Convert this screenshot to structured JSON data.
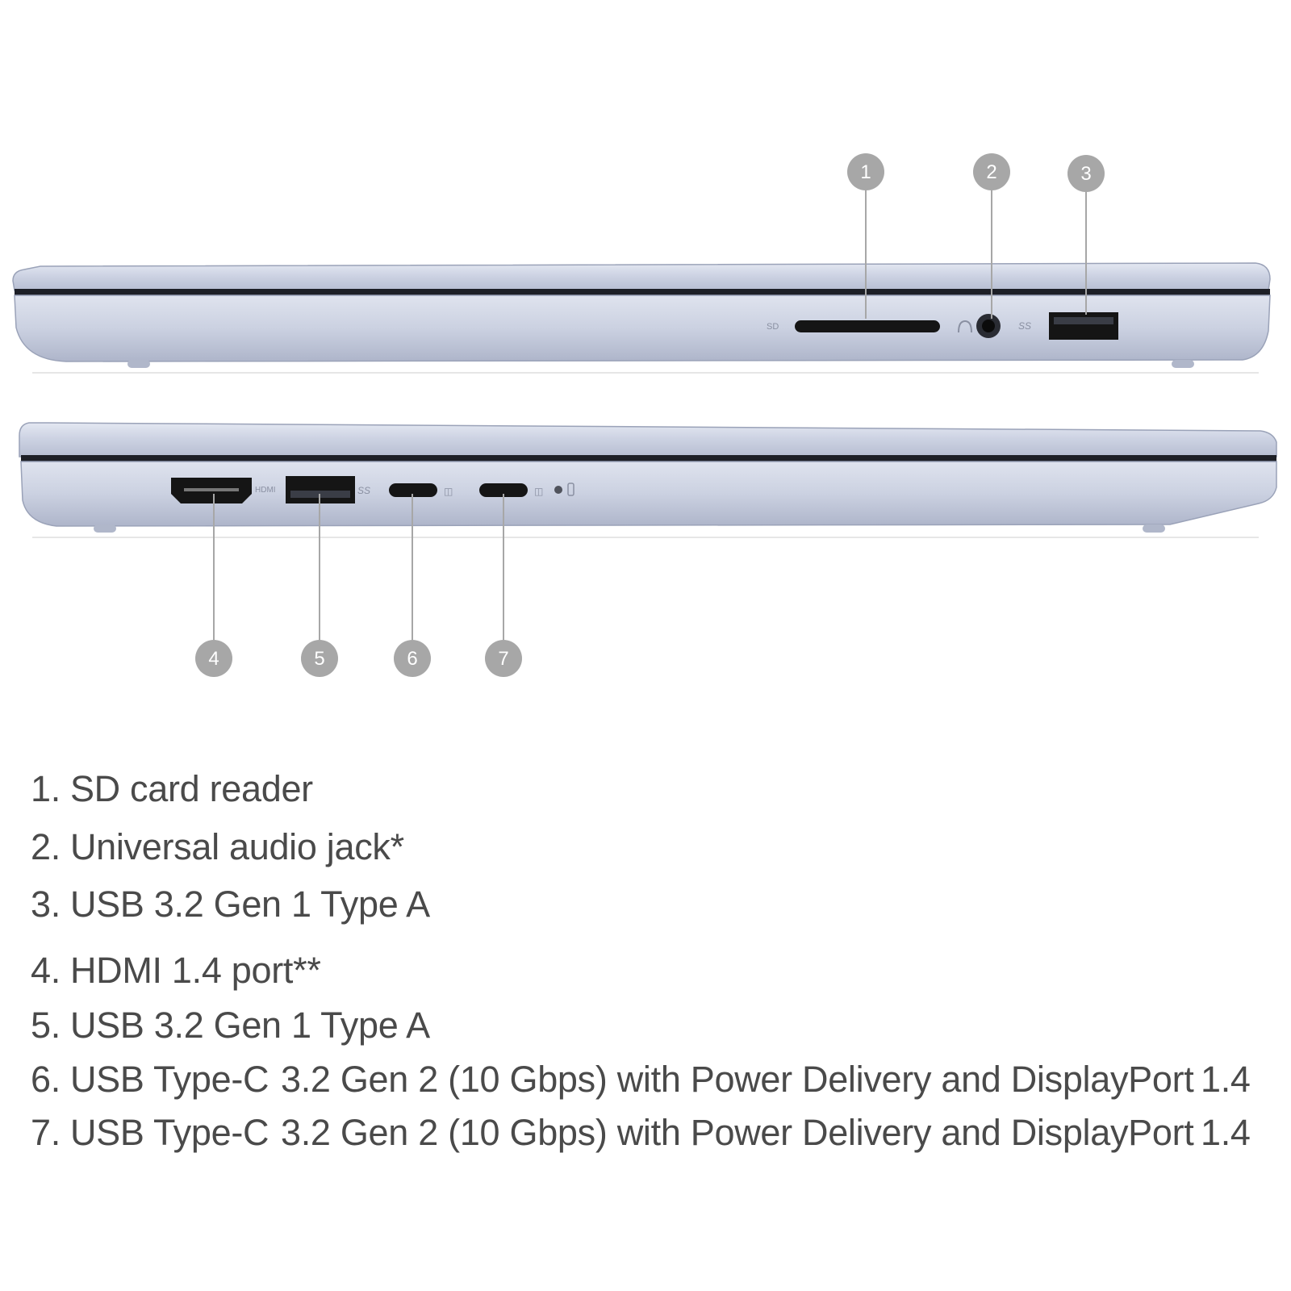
{
  "callouts": {
    "top": [
      "1",
      "2",
      "3"
    ],
    "bottom": [
      "4",
      "5",
      "6",
      "7"
    ]
  },
  "port_markings": {
    "sd": "SD",
    "hdmi": "HDMI",
    "ss": "SS"
  },
  "legend": [
    {
      "num": "1.",
      "text": "SD card reader"
    },
    {
      "num": "2.",
      "text": "Universal audio jack*"
    },
    {
      "num": "3.",
      "text": "USB 3.2 Gen 1 Type A"
    },
    {
      "num": "4.",
      "text": "HDMI 1.4 port**"
    },
    {
      "num": "5.",
      "text": "USB 3.2 Gen 1 Type A"
    },
    {
      "num": "6.",
      "text": "USB Type-C",
      "spec": "3.2 Gen 2 (10 Gbps) with Power Delivery and DisplayPort",
      "ver": "1.4"
    },
    {
      "num": "7.",
      "text": "USB Type-C",
      "spec": "3.2 Gen 2 (10 Gbps) with Power Delivery and DisplayPort",
      "ver": "1.4"
    }
  ],
  "colors": {
    "chassis": "#c9cfe0",
    "chassis_light": "#dde2ee",
    "chassis_shadow": "#a9b0c4",
    "seam": "#1d1f26",
    "port": "#151515",
    "callout": "#a7a7a7",
    "text": "#4a4a4a"
  }
}
